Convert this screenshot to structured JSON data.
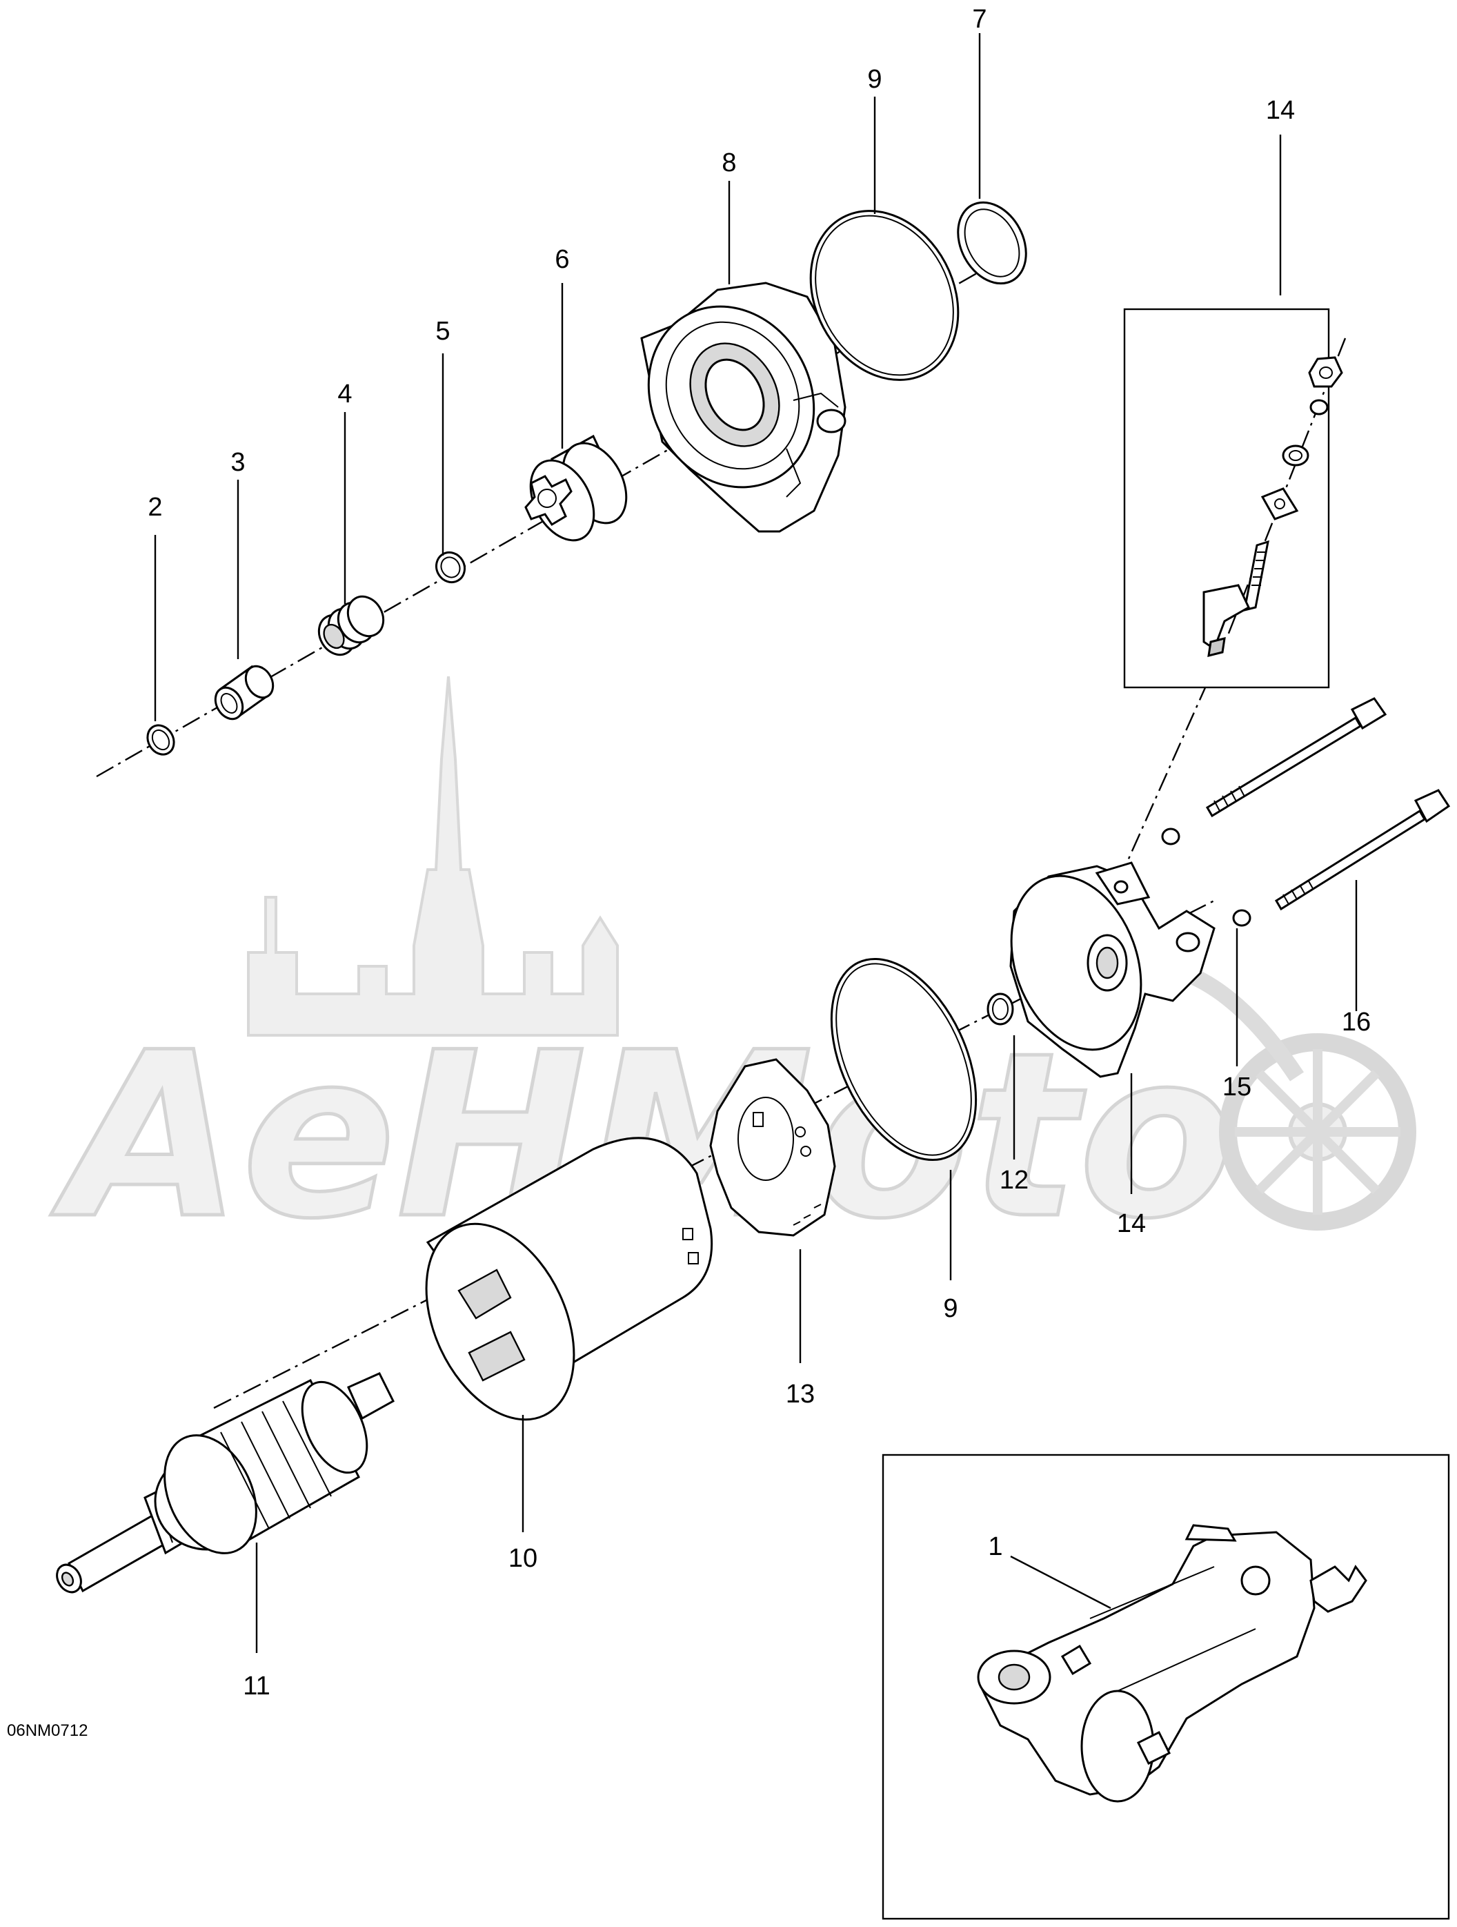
{
  "diagram": {
    "code": "06NM0712",
    "watermark": "AeHMoto",
    "callouts": [
      {
        "id": "c1",
        "label": "1"
      },
      {
        "id": "c2",
        "label": "2"
      },
      {
        "id": "c3",
        "label": "3"
      },
      {
        "id": "c4",
        "label": "4"
      },
      {
        "id": "c5",
        "label": "5"
      },
      {
        "id": "c6",
        "label": "6"
      },
      {
        "id": "c7",
        "label": "7"
      },
      {
        "id": "c8",
        "label": "8"
      },
      {
        "id": "c9a",
        "label": "9"
      },
      {
        "id": "c9b",
        "label": "9"
      },
      {
        "id": "c10",
        "label": "10"
      },
      {
        "id": "c11",
        "label": "11"
      },
      {
        "id": "c12",
        "label": "12"
      },
      {
        "id": "c13",
        "label": "13"
      },
      {
        "id": "c14",
        "label": "14"
      },
      {
        "id": "c15",
        "label": "15"
      },
      {
        "id": "c16",
        "label": "16"
      },
      {
        "id": "c17",
        "label": "17"
      }
    ]
  }
}
